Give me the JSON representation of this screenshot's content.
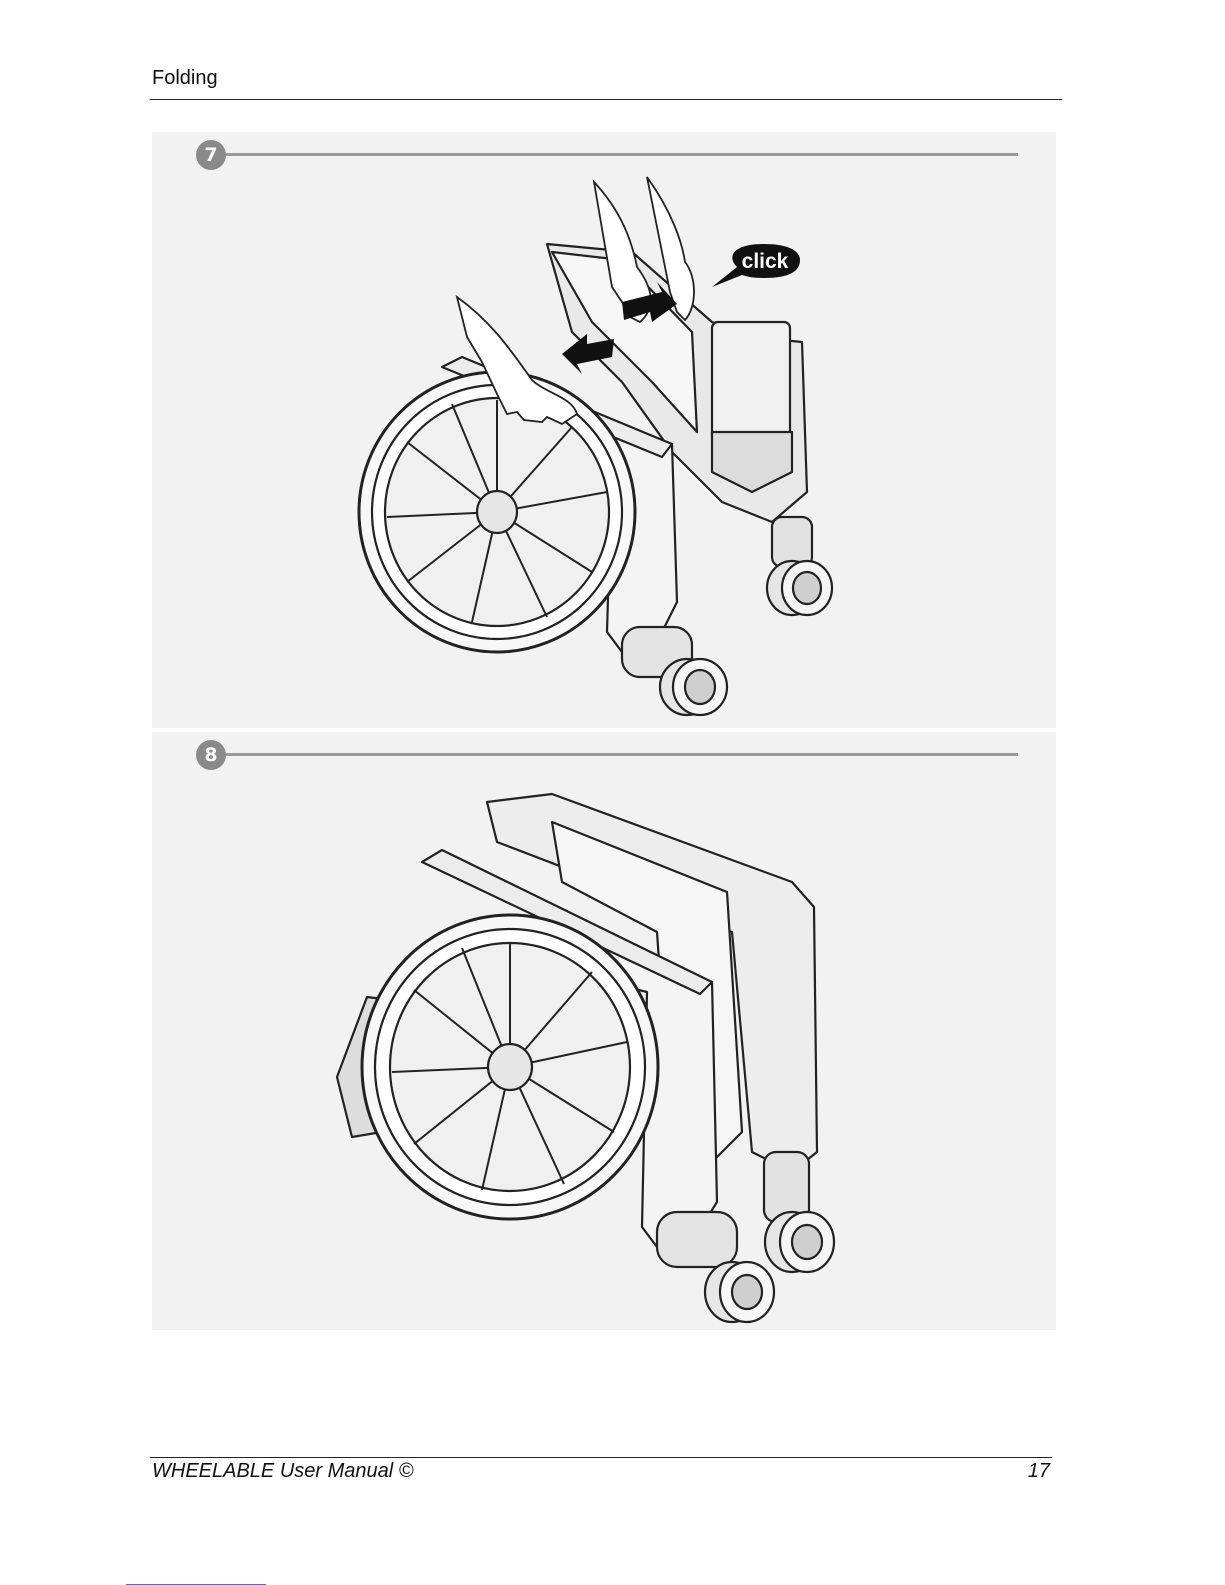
{
  "header": {
    "title": "Folding"
  },
  "steps": [
    {
      "number": "7",
      "callout": "click"
    },
    {
      "number": "8"
    }
  ],
  "footer": {
    "manual_title": "WHEELABLE User Manual ©",
    "page_number": "17"
  },
  "colors": {
    "panel_bg": "#f2f2f2",
    "badge": "#8a8a8a",
    "line": "#9a9a9a",
    "outline": "#222222"
  }
}
